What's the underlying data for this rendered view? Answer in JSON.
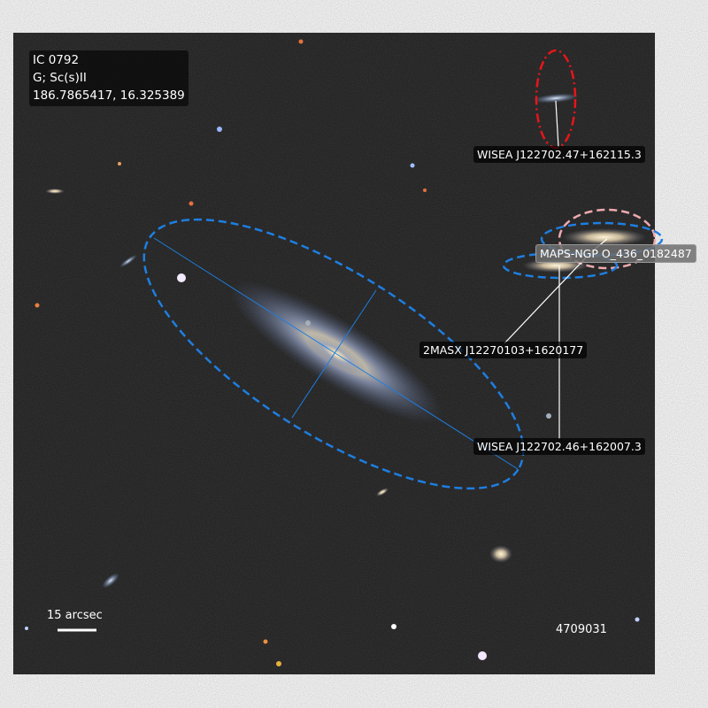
{
  "object": {
    "name": "IC 0792",
    "type": "G; Sc(s)II",
    "coordinates": "186.7865417, 16.325389"
  },
  "annotations": [
    {
      "label": "WISEA J122702.47+162115.3",
      "color": "#e8151a",
      "style": "dash-dot"
    },
    {
      "label": "MAPS-NGP O_436_0182487",
      "color": "#f0aab0",
      "style": "dashed"
    },
    {
      "label": "2MASX J12270103+1620177",
      "color": "#1e7ee0",
      "style": "dashed"
    },
    {
      "label": "WISEA J122702.46+162007.3",
      "color": "#1e7ee0",
      "style": "dashed"
    }
  ],
  "scale_bar": {
    "label": "15 arcsec"
  },
  "image_id": "4709031",
  "colors": {
    "sky": "#1c1c1c",
    "main_ellipse": "#1e7ee0"
  }
}
